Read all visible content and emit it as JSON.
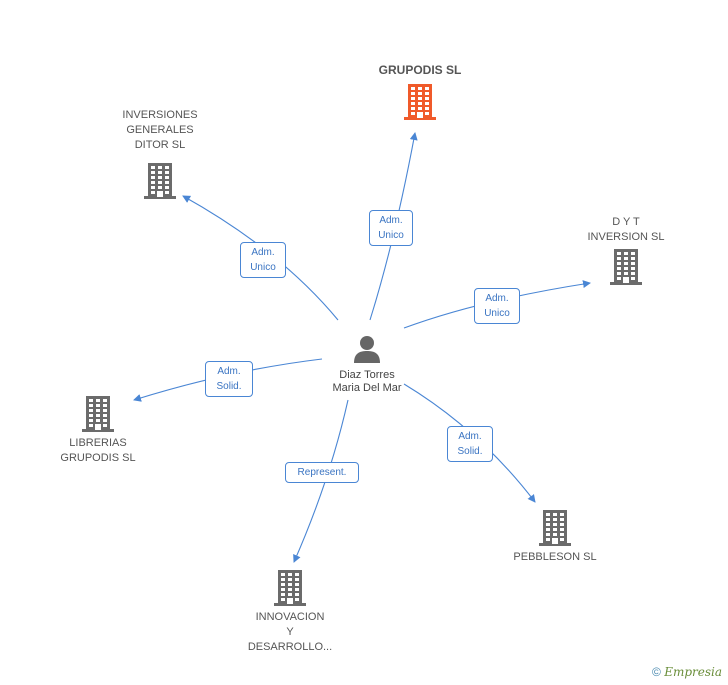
{
  "center": {
    "name": "Diaz Torres\nMaria Del Mar",
    "icon": "person-icon"
  },
  "companies": [
    {
      "id": "grupodis",
      "label": "GRUPODIS SL",
      "main": true,
      "color": "#f05a2a"
    },
    {
      "id": "inversiones",
      "label": "INVERSIONES\nGENERALES\nDITOR SL",
      "color": "#6b6b6b"
    },
    {
      "id": "dyt",
      "label": "D Y T\nINVERSION SL",
      "color": "#6b6b6b"
    },
    {
      "id": "librerias",
      "label": "LIBRERIAS\nGRUPODIS SL",
      "color": "#6b6b6b"
    },
    {
      "id": "pebbleson",
      "label": "PEBBLESON SL",
      "color": "#6b6b6b"
    },
    {
      "id": "innovacion",
      "label": "INNOVACION\nY\nDESARROLLO...",
      "color": "#6b6b6b"
    }
  ],
  "relations": [
    {
      "to": "grupodis",
      "label": "Adm.\nUnico"
    },
    {
      "to": "inversiones",
      "label": "Adm.\nUnico"
    },
    {
      "to": "dyt",
      "label": "Adm.\nUnico"
    },
    {
      "to": "librerias",
      "label": "Adm.\nSolid."
    },
    {
      "to": "pebbleson",
      "label": "Adm.\nSolid."
    },
    {
      "to": "innovacion",
      "label": "Represent."
    }
  ],
  "footer": {
    "copyright": "©",
    "brand": "Empresia"
  },
  "colors": {
    "edge": "#4a86d4",
    "building": "#6b6b6b",
    "highlight": "#f05a2a",
    "person": "#666666"
  }
}
